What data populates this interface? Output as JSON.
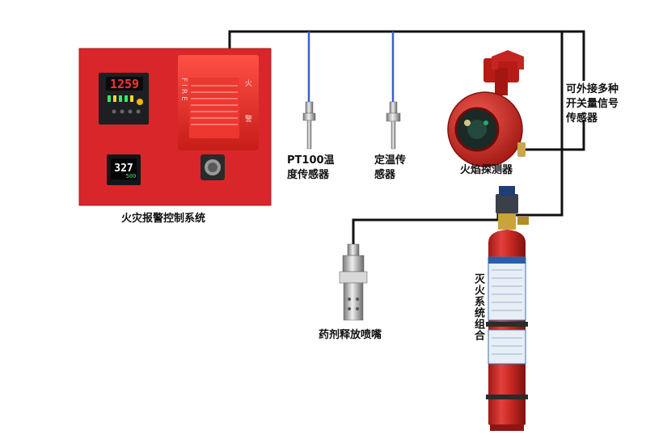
{
  "colors": {
    "panel_red": "#d9262b",
    "cylinder_red": "#d42a26",
    "wire": "#111111",
    "probe_wire": "#3a5fd0",
    "display_red": "#ff3030",
    "display_green": "#39e36b"
  },
  "panel": {
    "controller_display": "1259",
    "meter_value": "327",
    "meter_sub": "500",
    "strobe_text": "FIRE",
    "strobe_glyph_top": "火",
    "strobe_glyph_bottom": "警",
    "label": "火灾报警控制系统"
  },
  "components": {
    "pt100_label_line1": "PT100温",
    "pt100_label_line2": "度传感器",
    "fixed_temp_label_line1": "定温传",
    "fixed_temp_label_line2": "感器",
    "flame_label": "火焰探测器",
    "switch_label_line1": "可外接多种",
    "switch_label_line2": "开关量信号",
    "switch_label_line3": "传感器",
    "nozzle_label": "药剂释放喷嘴",
    "cylinder_label": "灭火系统组合"
  }
}
